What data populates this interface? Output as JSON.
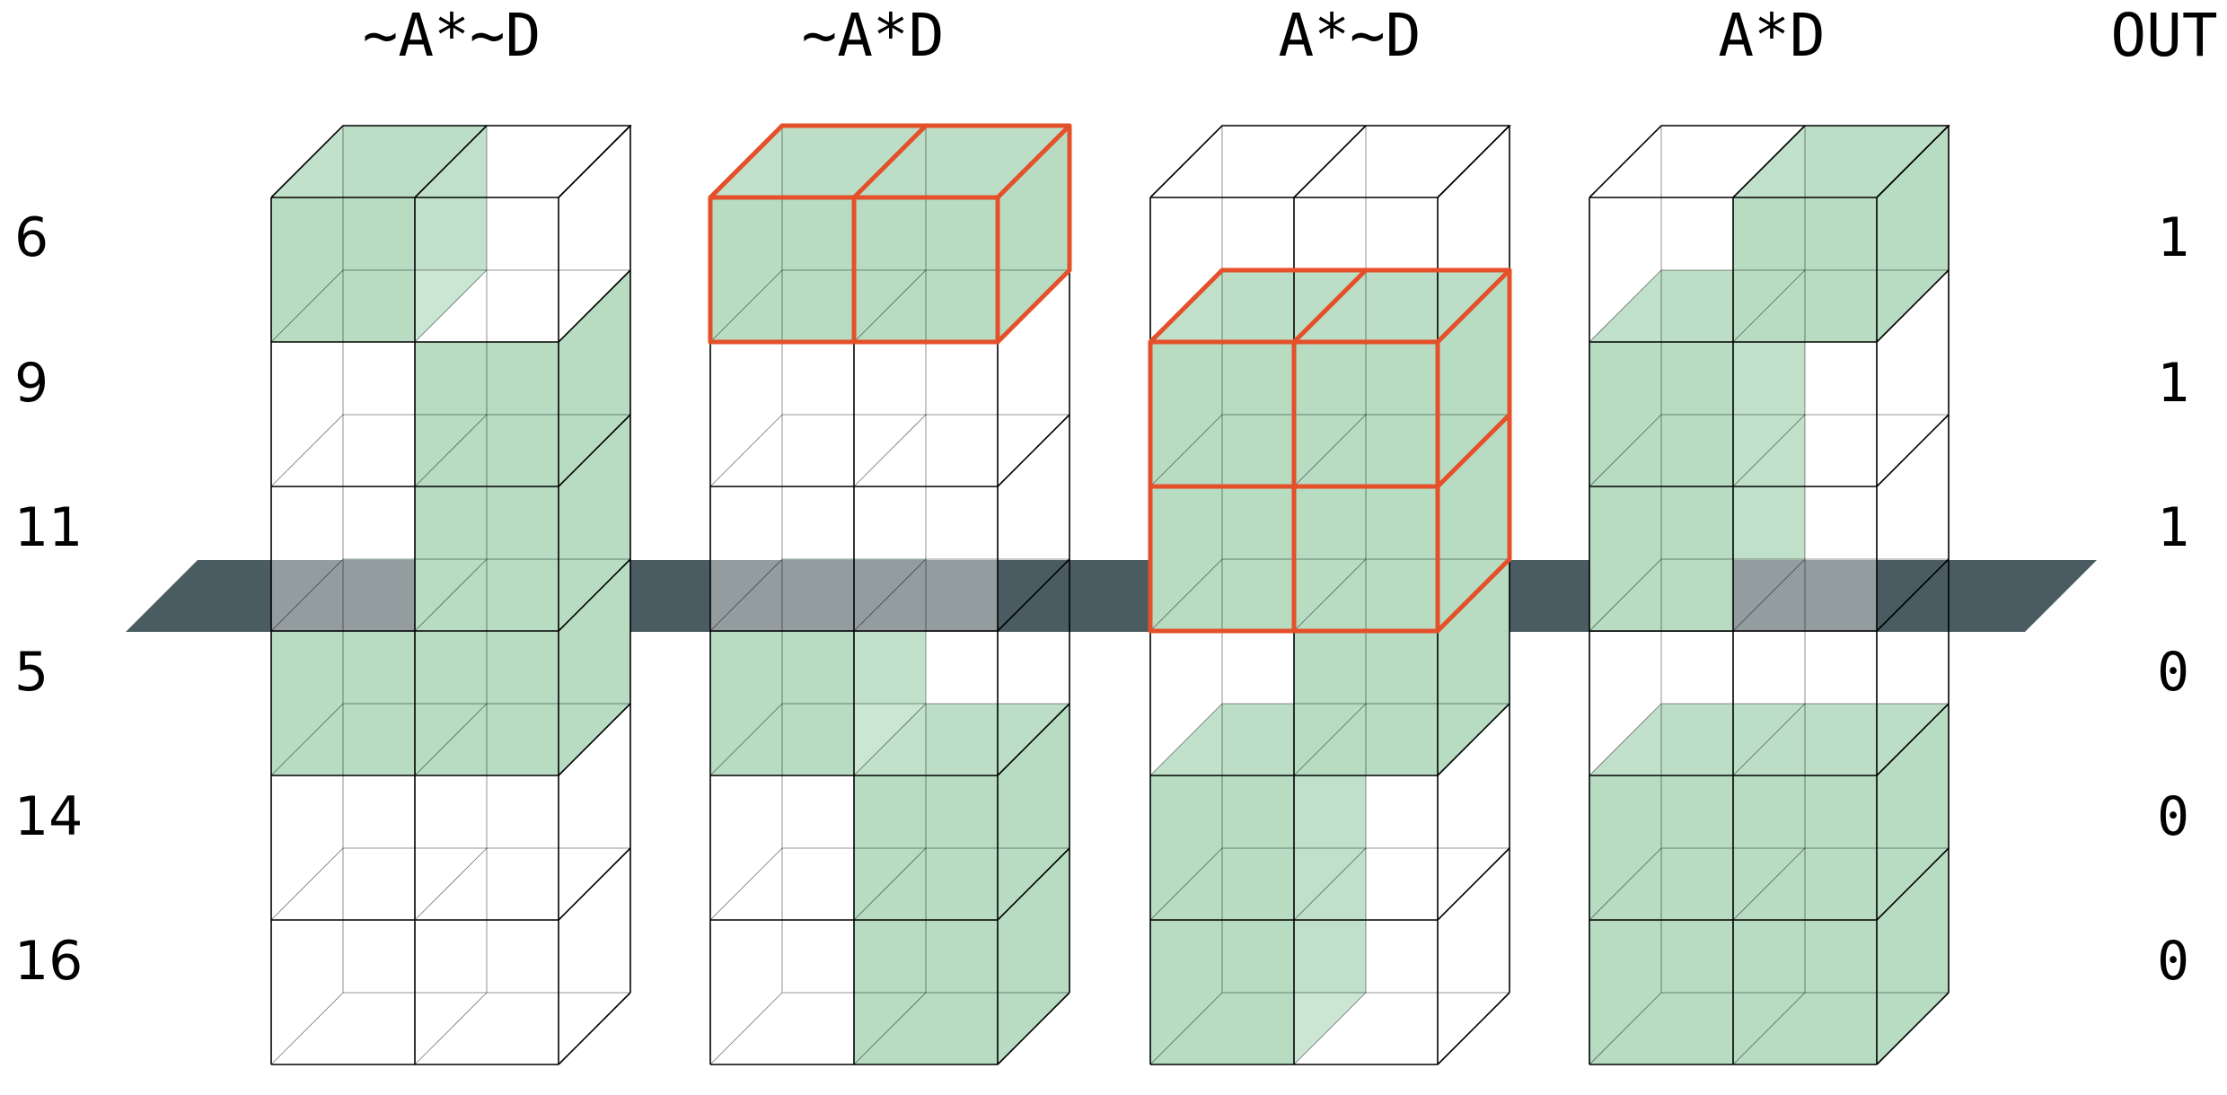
{
  "headers": [
    "~A*~D",
    "~A*D",
    "A*~D",
    "A*D"
  ],
  "out_header": "OUT",
  "row_labels": [
    "6",
    "9",
    "11",
    "5",
    "14",
    "16"
  ],
  "outputs": [
    "1",
    "1",
    "1",
    "0",
    "0",
    "0"
  ],
  "columns": [
    {
      "label": "~A*~D",
      "cells": [
        [
          1,
          0,
          0,
          0
        ],
        [
          0,
          0,
          0,
          1
        ],
        [
          0,
          0,
          0,
          1
        ],
        [
          1,
          1,
          0,
          0
        ],
        [
          0,
          0,
          0,
          0
        ],
        [
          0,
          0,
          0,
          0
        ]
      ]
    },
    {
      "label": "~A*D",
      "cells": [
        [
          1,
          1,
          0,
          0
        ],
        [
          0,
          0,
          0,
          0
        ],
        [
          0,
          0,
          0,
          0
        ],
        [
          1,
          0,
          0,
          0
        ],
        [
          0,
          1,
          0,
          0
        ],
        [
          0,
          1,
          0,
          0
        ]
      ]
    },
    {
      "label": "A*~D",
      "cells": [
        [
          0,
          0,
          0,
          0
        ],
        [
          1,
          1,
          0,
          0
        ],
        [
          1,
          1,
          0,
          0
        ],
        [
          0,
          1,
          0,
          0
        ],
        [
          1,
          0,
          0,
          0
        ],
        [
          1,
          0,
          0,
          0
        ]
      ]
    },
    {
      "label": "A*D",
      "cells": [
        [
          0,
          1,
          0,
          0
        ],
        [
          1,
          0,
          0,
          0
        ],
        [
          1,
          0,
          0,
          0
        ],
        [
          0,
          0,
          0,
          0
        ],
        [
          1,
          1,
          0,
          0
        ],
        [
          1,
          1,
          0,
          0
        ]
      ]
    }
  ],
  "highlights": [
    {
      "column": "~A*D",
      "rows": [
        "6"
      ]
    },
    {
      "column": "A*~D",
      "rows": [
        "9",
        "11"
      ]
    }
  ],
  "colors": {
    "cube_fill": "#b7dcc2",
    "highlight_stroke": "#e4502a",
    "plane": "#4a5c62",
    "plane_overlay": "#939c9e",
    "grid_line": "#000000"
  }
}
